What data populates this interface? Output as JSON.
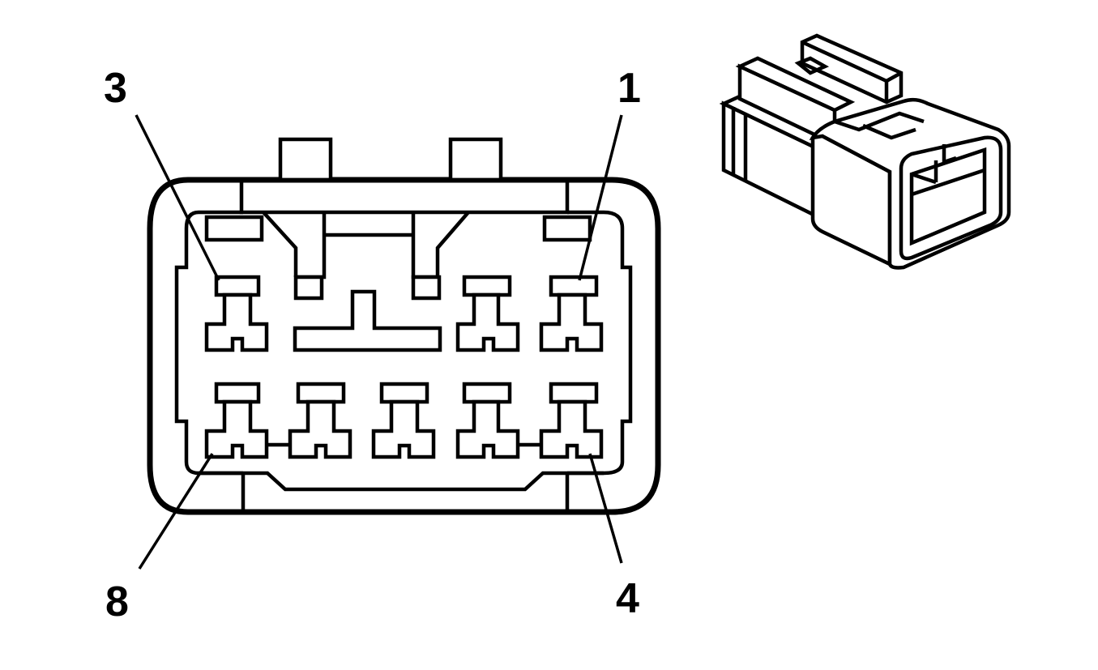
{
  "diagram": {
    "callouts": {
      "pin_3": "3",
      "pin_1": "1",
      "pin_8": "8",
      "pin_4": "4"
    }
  }
}
